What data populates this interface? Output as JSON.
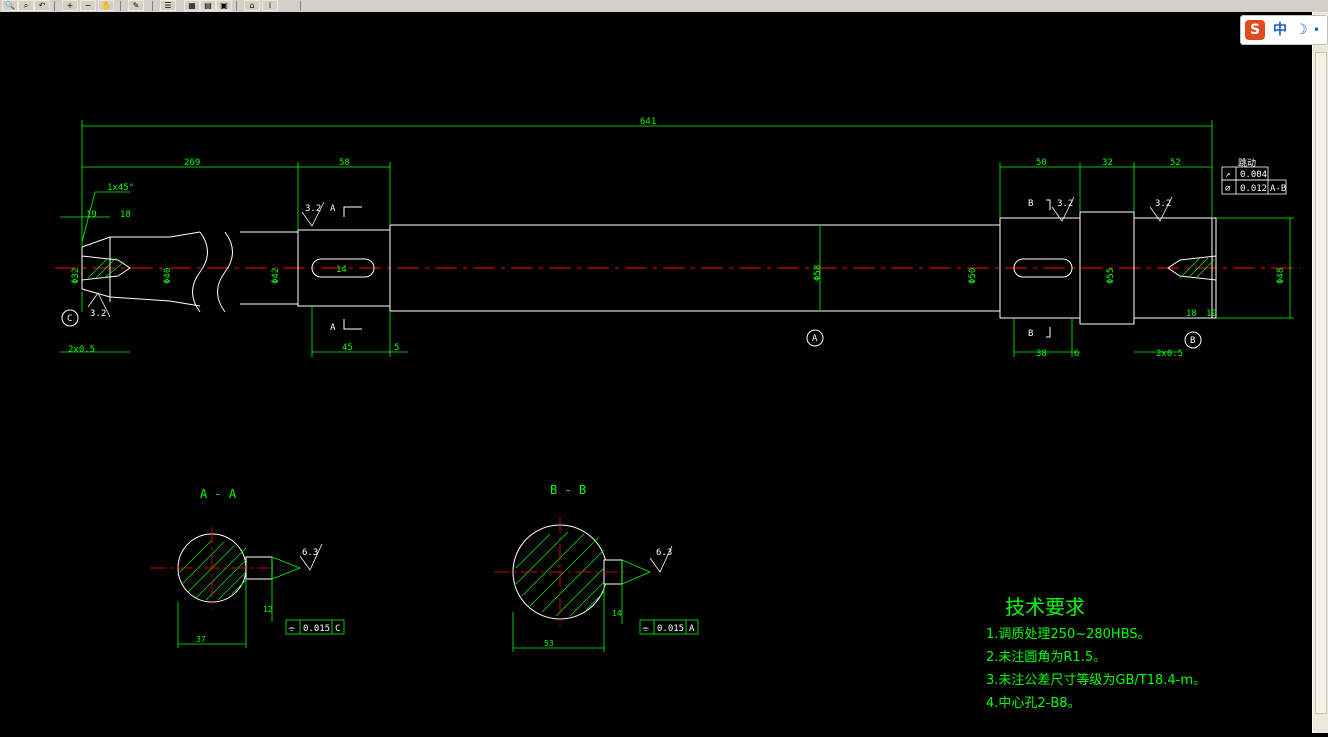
{
  "toolbar": {
    "buttons": [
      {
        "name": "zoom-realtime-icon",
        "glyph": "🔍"
      },
      {
        "name": "zoom-window-icon",
        "glyph": "⌕"
      },
      {
        "name": "zoom-previous-icon",
        "glyph": "↶"
      },
      {
        "name": "zoom-in-icon",
        "glyph": "+"
      },
      {
        "name": "zoom-out-icon",
        "glyph": "−"
      },
      {
        "name": "pan-icon",
        "glyph": "✋"
      },
      {
        "name": "properties-icon",
        "glyph": "✎"
      },
      {
        "name": "layers-icon",
        "glyph": "☰"
      },
      {
        "name": "design-center-icon",
        "glyph": "▦"
      },
      {
        "name": "tool-palette-icon",
        "glyph": "▤"
      },
      {
        "name": "sheet-set-icon",
        "glyph": "▣"
      },
      {
        "name": "markup-icon",
        "glyph": "⌂"
      },
      {
        "name": "help-icon",
        "glyph": "i"
      }
    ]
  },
  "ime": {
    "logo": "S",
    "lang": "中",
    "moon": "☽",
    "dot": "•"
  },
  "drawing": {
    "dims": {
      "overall": "641",
      "left_len": "269",
      "keyway_len": "58",
      "right_a": "50",
      "right_b": "32",
      "right_c": "52",
      "left_18": "18",
      "left_19": "19",
      "bottom_45": "45",
      "bottom_5": "5",
      "bottom_38": "38",
      "bottom_6": "6",
      "chamfer_left": "2x0.5",
      "chamfer_right": "2x0.5",
      "chamfer_45": "1x45°",
      "dia_mid": "Φ58",
      "dia_a": "Φ42",
      "dia_b": "Φ50",
      "dia_c": "Φ55",
      "dia_d": "Φ48",
      "dia_e": "Φ40",
      "dia_f": "Φ32",
      "key_14": "14",
      "r_18": "18",
      "r_19": "19"
    },
    "roughness": {
      "r1": "3.2",
      "r2": "3.2",
      "r3": "3.2",
      "r4": "3.2"
    },
    "section_marks": {
      "a1": "A",
      "a2": "A",
      "b1": "B",
      "b2": "B"
    },
    "datums": {
      "c": "C",
      "a": "A",
      "b": "B"
    },
    "tolerance_frame": {
      "header": "跳动",
      "row1_sym": "↗",
      "row1_val": "0.004",
      "row2_sym": "⌀",
      "row2_val": "0.012",
      "row2_ref": "A-B"
    },
    "section_aa": {
      "title": "A - A",
      "roughness": "6.3",
      "dim_width": "12",
      "dim_depth": "37",
      "tol_sym": "⌯",
      "tol_val": "0.015",
      "tol_ref": "C"
    },
    "section_bb": {
      "title": "B - B",
      "roughness": "6.3",
      "dim_width": "14",
      "dim_depth": "53",
      "tol_sym": "⌯",
      "tol_val": "0.015",
      "tol_ref": "A"
    },
    "tech_req": {
      "title": "技术要求",
      "line1": "1.调质处理250~280HBS。",
      "line2": "2.未注圆角为R1.5。",
      "line3": "3.未注公差尺寸等级为GB/T18.4-m。",
      "line4": "4.中心孔2-B8。"
    }
  },
  "colors": {
    "canvas": "#000000",
    "geometry": "#ffffff",
    "dimension": "#00ff00",
    "centerline": "#ff0000",
    "hatch": "#00ff00",
    "text": "#00ff00"
  }
}
